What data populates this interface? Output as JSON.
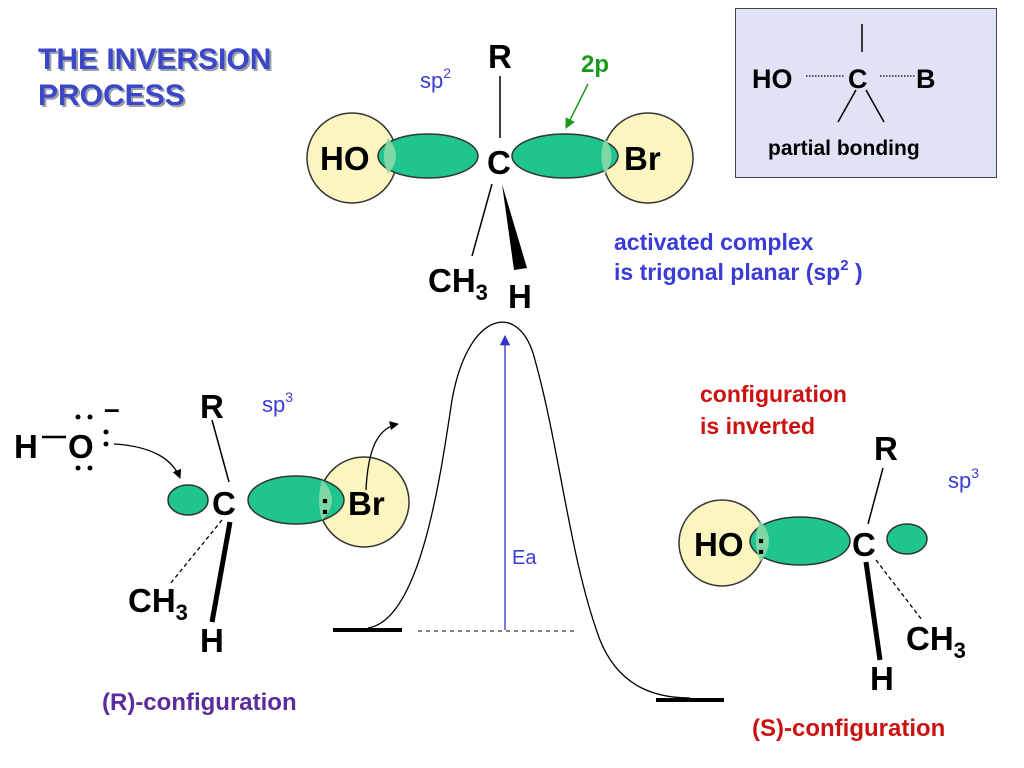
{
  "title": {
    "line1": "THE INVERSION",
    "line2": "PROCESS"
  },
  "legend": {
    "left": "HO",
    "center": "C",
    "right": "B",
    "caption": "partial bonding"
  },
  "transition_state": {
    "hybrid": "sp",
    "hybrid_sup": "2",
    "orbital_label": "2p",
    "R": "R",
    "HO": "HO",
    "C": "C",
    "Br": "Br",
    "CH": "CH",
    "CH_sub": "3",
    "H": "H",
    "note_line1": "activated complex",
    "note_line2_pre": "is trigonal planar (sp",
    "note_line2_sup": "2",
    "note_line2_post": " )"
  },
  "reactant": {
    "H": "H",
    "O": "O",
    "charge": "–",
    "R": "R",
    "hybrid": "sp",
    "hybrid_sup": "3",
    "C": "C",
    "lone_pair": ":",
    "Br": "Br",
    "CH": "CH",
    "CH_sub": "3",
    "H2": "H",
    "config_label": "(R)-configuration"
  },
  "energy": {
    "ea_label": "Ea"
  },
  "product": {
    "note_line1": "configuration",
    "note_line2": "is inverted",
    "R": "R",
    "hybrid": "sp",
    "hybrid_sup": "3",
    "HO": "HO",
    "lone_pair": ":",
    "C": "C",
    "CH": "CH",
    "CH_sub": "3",
    "H": "H",
    "config_label": "(S)-configuration"
  },
  "colors": {
    "title": "#3b46c8",
    "orbital_lobe": "#1fc48e",
    "atom_sphere": "#fbf6c0",
    "blue_text": "#3b3bd8",
    "red_text": "#cc1111",
    "green_text": "#1a9a1a",
    "purple_text": "#5a2d9a"
  }
}
